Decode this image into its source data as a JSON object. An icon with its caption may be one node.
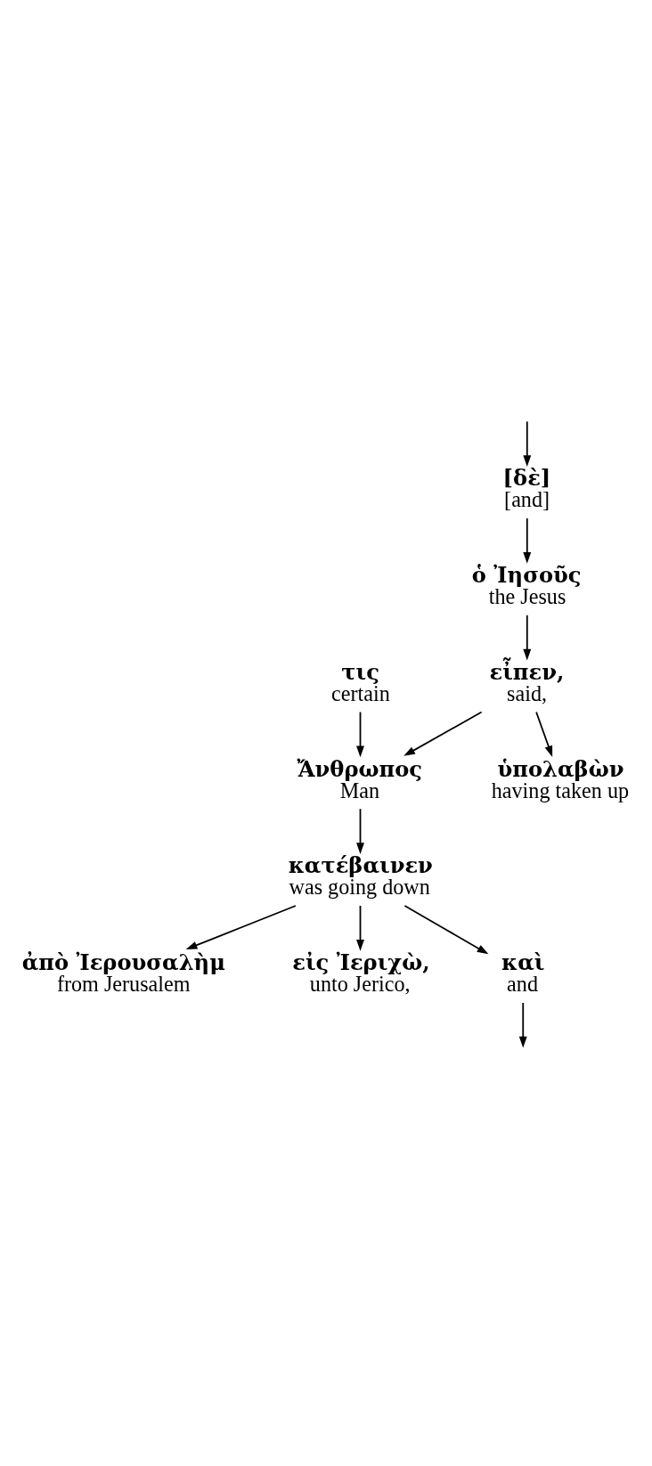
{
  "diagram": {
    "nodes": [
      {
        "text": [
          "ὑπολαβὼν",
          "having taken up"
        ]
      },
      {
        "text": [
          "[δὲ]",
          "[and]"
        ]
      },
      {
        "text": [
          "ὁ Ἰησοῦς",
          "the Jesus"
        ]
      },
      {
        "text": [
          "εἶπεν,",
          "said,"
        ]
      },
      {
        "text": [
          "Ἄνθρωπος",
          "Man"
        ]
      },
      {
        "text": [
          "τις",
          "certain"
        ]
      },
      {
        "text": [
          "κατέβαινεν",
          "was going down"
        ]
      },
      {
        "text": [
          "ἀπὸ Ἰερουσαλὴμ",
          "from Jerusalem"
        ]
      },
      {
        "text": [
          "εἰς Ἰεριχὼ,",
          "unto Jerico,"
        ]
      },
      {
        "text": [
          "καὶ",
          "and"
        ]
      }
    ],
    "edges": [
      {
        "from": null,
        "to": 1,
        "arrow": "to"
      },
      {
        "from": 1,
        "to": 2,
        "arrow": "to"
      },
      {
        "from": 2,
        "to": 3,
        "arrow": "to"
      },
      {
        "from": 3,
        "to": 0,
        "arrow": "to"
      },
      {
        "from": 3,
        "to": 4,
        "arrow": "to"
      },
      {
        "from": 5,
        "to": 4,
        "arrow": "to"
      },
      {
        "from": 4,
        "to": 6,
        "arrow": "to"
      },
      {
        "from": 6,
        "to": 7,
        "arrow": "to"
      },
      {
        "from": 6,
        "to": 8,
        "arrow": "to"
      },
      {
        "from": 6,
        "to": 9,
        "arrow": "to"
      },
      {
        "from": 9,
        "to": null,
        "arrow": "to"
      }
    ]
  }
}
